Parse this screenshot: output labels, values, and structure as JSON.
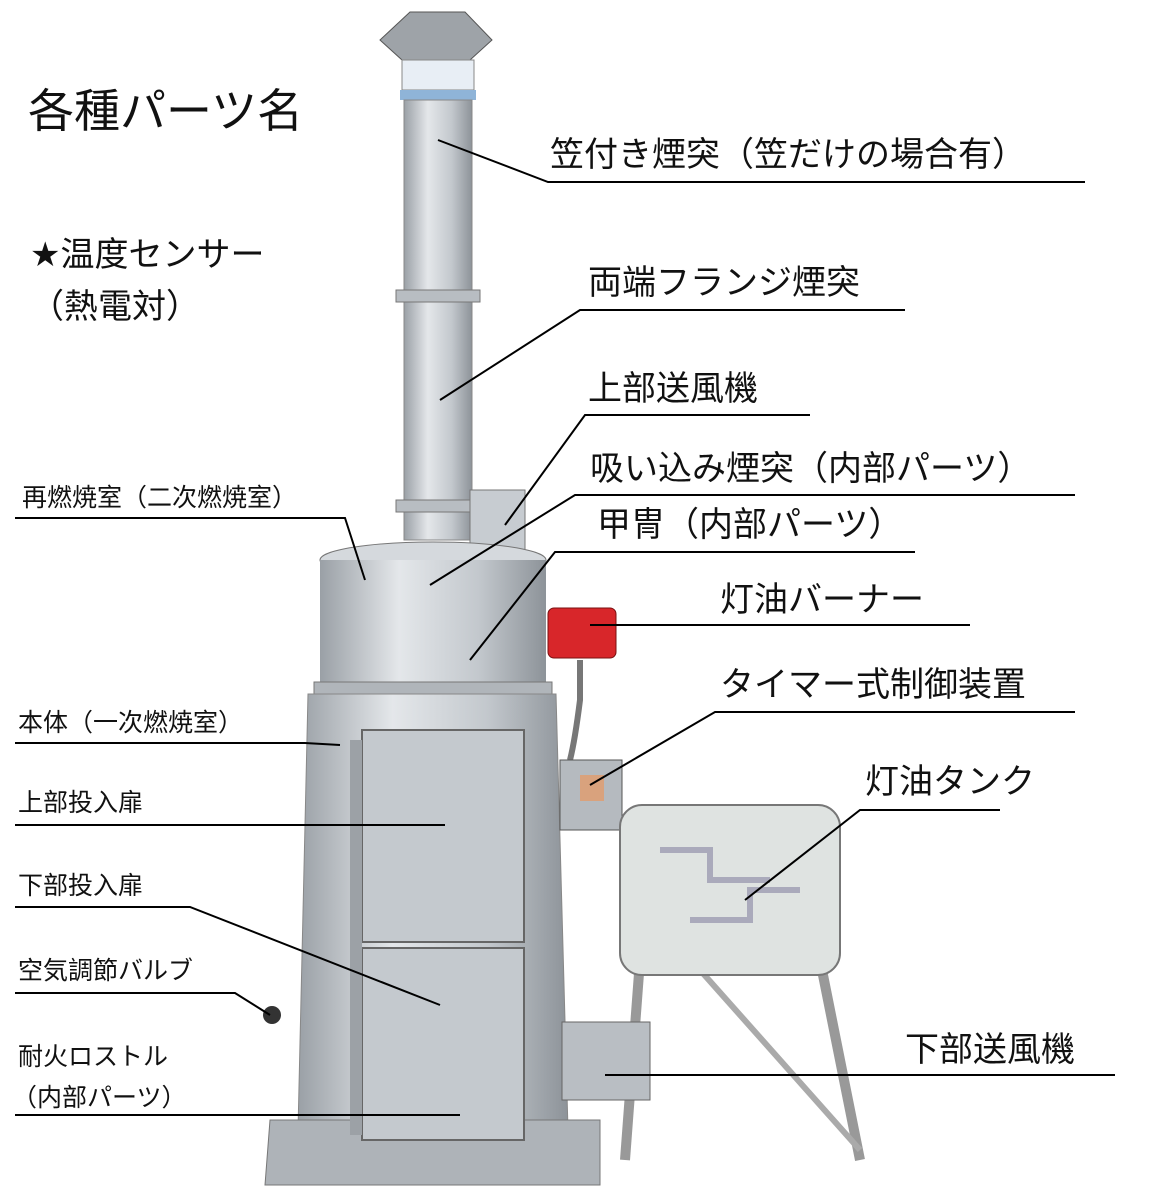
{
  "title": "各種パーツ名",
  "sensor": {
    "line1": "★温度センサー",
    "line2": "（熱電対）"
  },
  "labels": {
    "chimney_cap": "笠付き煙突（笠だけの場合有）",
    "flange_chimney": "両端フランジ煙突",
    "upper_blower": "上部送風機",
    "suction_chimney": "吸い込み煙突（内部パーツ）",
    "helmet": "甲冑（内部パーツ）",
    "afterburn_chamber": "再燃焼室（二次燃焼室）",
    "kerosene_burner": "灯油バーナー",
    "timer_control": "タイマー式制御装置",
    "main_body": "本体（一次燃焼室）",
    "upper_door": "上部投入扉",
    "kerosene_tank": "灯油タンク",
    "lower_door": "下部投入扉",
    "air_valve": "空気調節バルブ",
    "lower_blower": "下部送風機",
    "grate_line1": "耐火ロストル",
    "grate_line2": "（内部パーツ）"
  },
  "colors": {
    "burner": "#d8262a",
    "steel": "#c9cdd2",
    "tank": "#dfe3e1"
  }
}
